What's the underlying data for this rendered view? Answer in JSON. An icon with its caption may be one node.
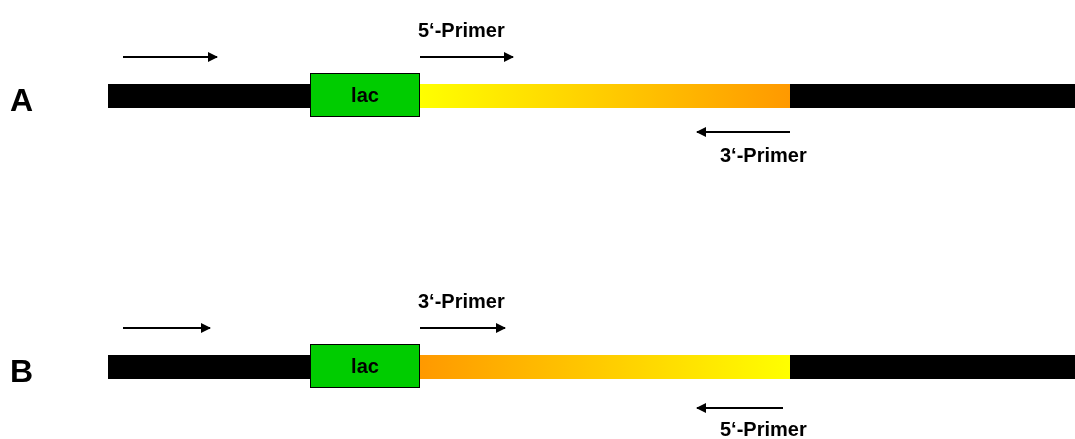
{
  "diagram": {
    "nodes": [
      {
        "text": [
          "lac"
        ]
      },
      {
        "text": [
          "lac"
        ]
      }
    ],
    "labels": [
      "5‘-Primer",
      "A",
      "3‘-Primer",
      "3‘-Primer",
      "B",
      "5‘-Primer"
    ]
  }
}
